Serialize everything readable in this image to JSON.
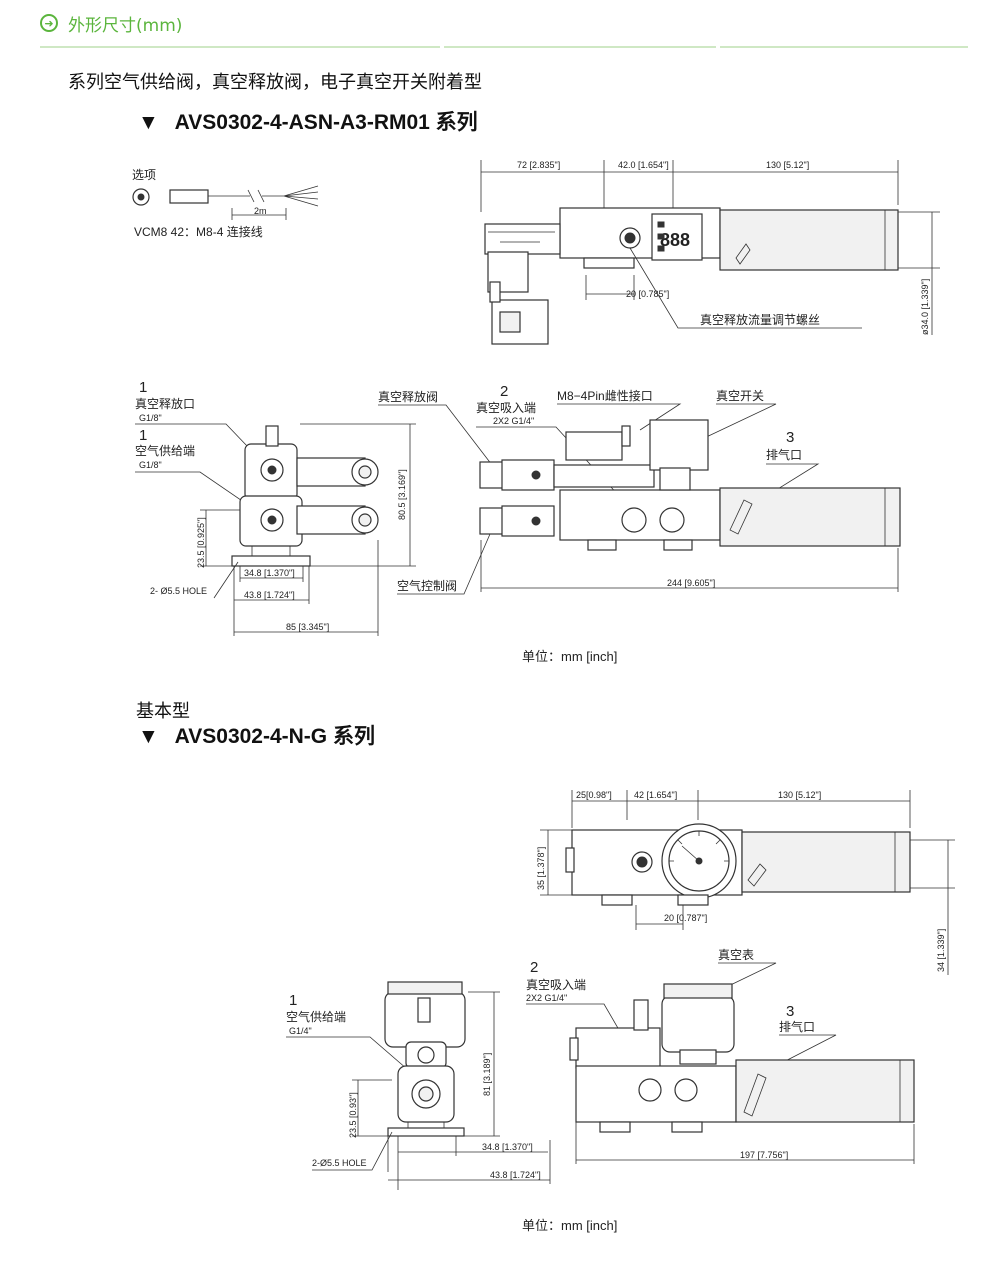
{
  "header": {
    "icon": "arrow-right-circle-icon",
    "title": "外形尺寸(mm)",
    "accent": "#5bb53d",
    "rule_color": "#cfe8c4"
  },
  "subtitle": "系列空气供给阀，真空释放阀，电子真空开关附着型",
  "series1": {
    "marker": "▼",
    "name": "AVS0302-4-ASN-A3-RM01 系列"
  },
  "option": {
    "title": "选项",
    "cable_length": "2m",
    "cable_label": "VCM8 42：M8-4 连接线"
  },
  "d1": {
    "dims": {
      "a": "72 [2.835\"]",
      "b": "42.0 [1.654\"]",
      "c": "130 [5.12\"]",
      "d": "20 [0.785\"]",
      "e": "ø34.0 [1.339\"]"
    },
    "screw": "真空释放流量调节螺丝",
    "display": "888"
  },
  "d2": {
    "n1a": "1",
    "l1a": "真空释放口",
    "t1a": "G1/8\"",
    "n1b": "1",
    "l1b": "空气供给端",
    "t1b": "G1/8\"",
    "dims": {
      "h": "80.5 [3.169\"]",
      "hb": "23.5 [0.925\"]",
      "w1": "34.8 [1.370\"]",
      "w2": "43.8 [1.724\"]",
      "w3": "85 [3.345\"]"
    },
    "hole": "2- Ø5.5 HOLE"
  },
  "d3": {
    "relief": "真空释放阀",
    "n2": "2",
    "suction": "真空吸入端",
    "suction_thread": "2X2 G1/4\"",
    "connector": "M8−4Pin雌性接口",
    "switch": "真空开关",
    "n3": "3",
    "exhaust": "排气口",
    "control": "空气控制阀",
    "len": "244 [9.605\"]"
  },
  "unit1": "单位：mm [inch]",
  "basic": "基本型",
  "series2": {
    "marker": "▼",
    "name": "AVS0302-4-N-G  系列"
  },
  "d4": {
    "dims": {
      "a": "25[0.98\"]",
      "b": "42 [1.654\"]",
      "c": "130 [5.12\"]",
      "h": "35 [1.378\"]",
      "d": "20 [0.787\"]",
      "e": "34 [1.339\"]"
    }
  },
  "d5": {
    "n1": "1",
    "l1": "空气供给端",
    "t1": "G1/4\"",
    "dims": {
      "h": "81 [3.189\"]",
      "hb": "23.5 [0.93\"]",
      "w1": "34.8 [1.370\"]",
      "w2": "43.8 [1.724\"]"
    },
    "hole": "2-Ø5.5 HOLE"
  },
  "d6": {
    "gauge": "真空表",
    "n2": "2",
    "suction": "真空吸入端",
    "suction_thread": "2X2 G1/4\"",
    "n3": "3",
    "exhaust": "排气口",
    "len": "197 [7.756\"]"
  },
  "unit2": "单位：mm [inch]"
}
